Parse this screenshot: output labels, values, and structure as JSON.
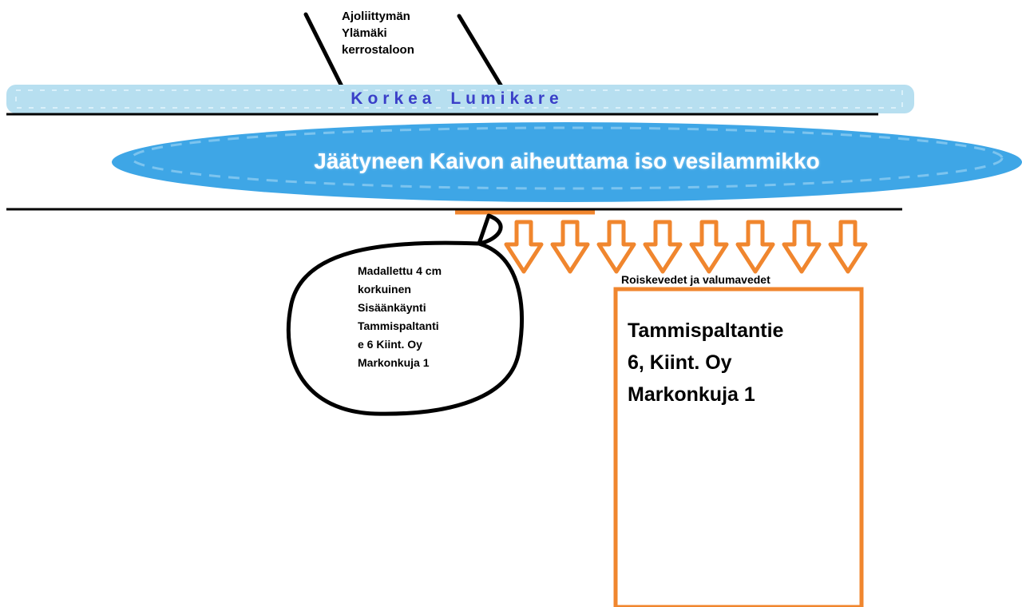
{
  "diagram": {
    "driveway_label": "Ajoliittymän\nYlämäki\nkerrostaloon",
    "snowbank_label": "Korkea Lumikare",
    "pond_label": "Jäätyneen Kaivon aiheuttama iso vesilammikko",
    "entrance_label": "Madallettu 4 cm\nkorkuinen\nSisäänkäynti\nTammispaltanti\ne 6 Kiint. Oy\nMarkonkuja 1",
    "runoff_label": "Roiskevedet ja valumavedet",
    "building_label": "Tammispaltantie\n6, Kiint. Oy\nMarkonkuja 1",
    "arrow_count": 8
  },
  "colors": {
    "snowbank": "#b7dff0",
    "pond": "#3ea6e6",
    "pond_light": "#7cc4ef",
    "orange": "#f0862e",
    "snowbank_text": "#3a3fc8",
    "line": "#000000"
  },
  "icons": {
    "arrow": "down-arrow-icon"
  }
}
